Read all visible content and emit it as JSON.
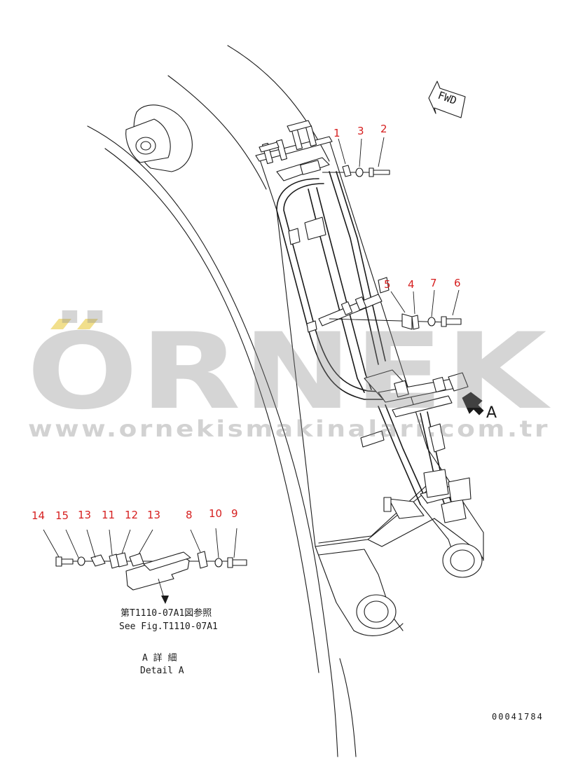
{
  "fwd_label": "FWD",
  "view_label": "A",
  "callouts": {
    "c1": "1",
    "c2": "2",
    "c3": "3",
    "c4": "4",
    "c5": "5",
    "c6": "6",
    "c7": "7",
    "c8": "8",
    "c9": "9",
    "c10": "10",
    "c11": "11",
    "c12": "12",
    "c13a": "13",
    "c13b": "13",
    "c14": "14",
    "c15": "15"
  },
  "reference": {
    "jp": "第T1110-07A1図参照",
    "en": "See Fig.T1110-07A1"
  },
  "detail": {
    "jp": "A 詳 細",
    "en": "Detail A"
  },
  "drawing_number": "00041784",
  "watermark": {
    "brand": "ÖRNEK",
    "url": "www.ornekismakinalari.com.tr",
    "accent_color": "#f1df8c"
  }
}
